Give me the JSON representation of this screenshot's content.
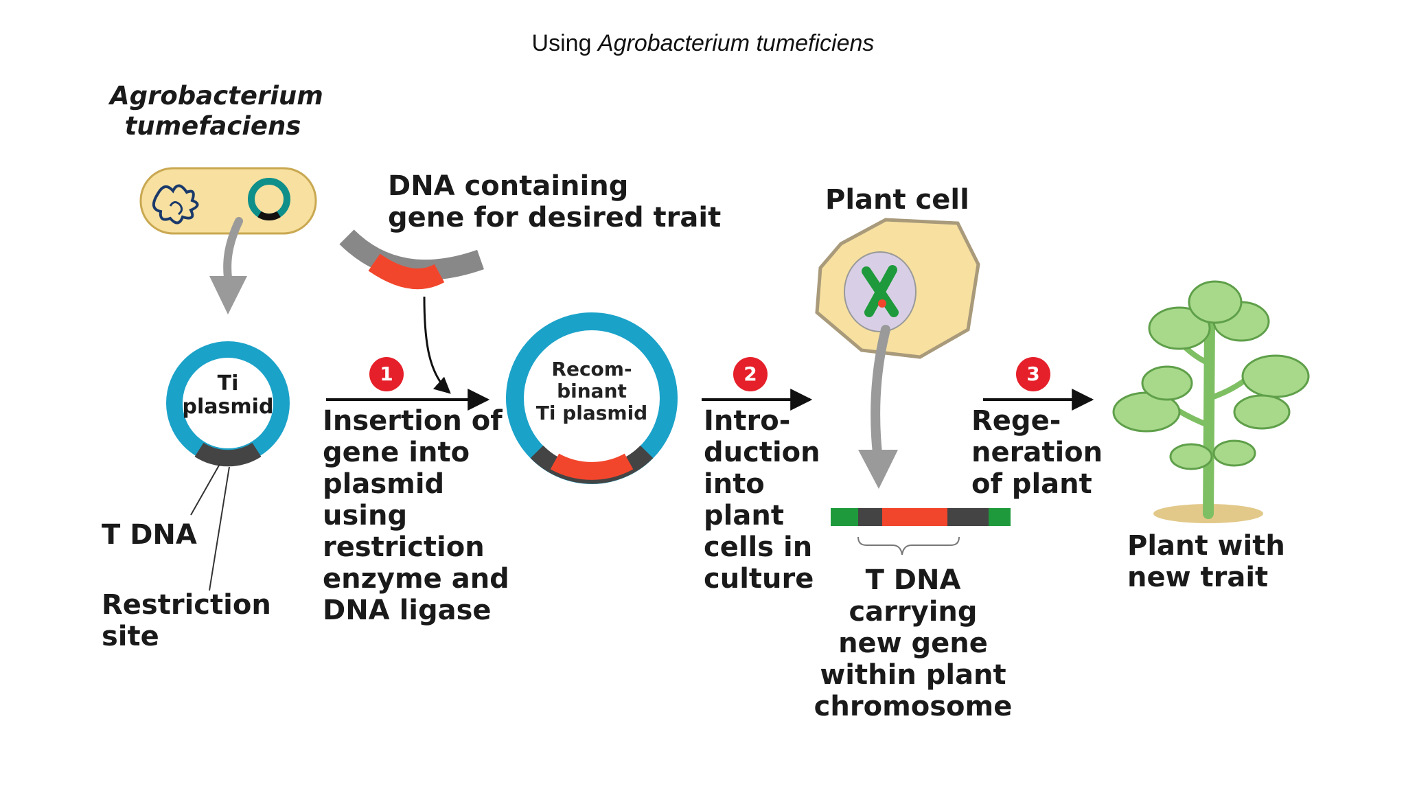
{
  "title": {
    "prefix": "Using ",
    "organism": "Agrobacterium tumeficiens"
  },
  "labels": {
    "bacterium_line1": "Agrobacterium",
    "bacterium_line2": "tumefaciens",
    "donor_dna_line1": "DNA containing",
    "donor_dna_line2": "gene for desired trait",
    "ti_plasmid_line1": "Ti",
    "ti_plasmid_line2": "plasmid",
    "t_dna": "T DNA",
    "restriction_site_line1": "Restriction",
    "restriction_site_line2": "site",
    "recombinant_line1": "Recom-",
    "recombinant_line2": "binant",
    "recombinant_line3": "Ti plasmid",
    "plant_cell": "Plant cell",
    "t_dna_result_line1": "T DNA",
    "t_dna_result_line2": "carrying",
    "t_dna_result_line3": "new gene",
    "t_dna_result_line4": "within plant",
    "t_dna_result_line5": "chromosome",
    "plant_line1": "Plant with",
    "plant_line2": "new trait"
  },
  "steps": [
    {
      "number": "1",
      "lines": [
        "Insertion of",
        "gene into",
        "plasmid",
        "using",
        "restriction",
        "enzyme and",
        "DNA ligase"
      ]
    },
    {
      "number": "2",
      "lines": [
        "Intro-",
        "duction",
        "into",
        "plant",
        "cells in",
        "culture"
      ]
    },
    {
      "number": "3",
      "lines": [
        "Rege-",
        "neration",
        "of plant"
      ]
    }
  ],
  "colors": {
    "plasmid_ring": "#1ba2c9",
    "gene_insert": "#f2462c",
    "t_dna_segment": "#444444",
    "plant_chromosome": "#1e9a3c",
    "cell_fill": "#f7e0a0",
    "step_badge": "#e5202a",
    "plant_leaf": "#a8d98a"
  }
}
